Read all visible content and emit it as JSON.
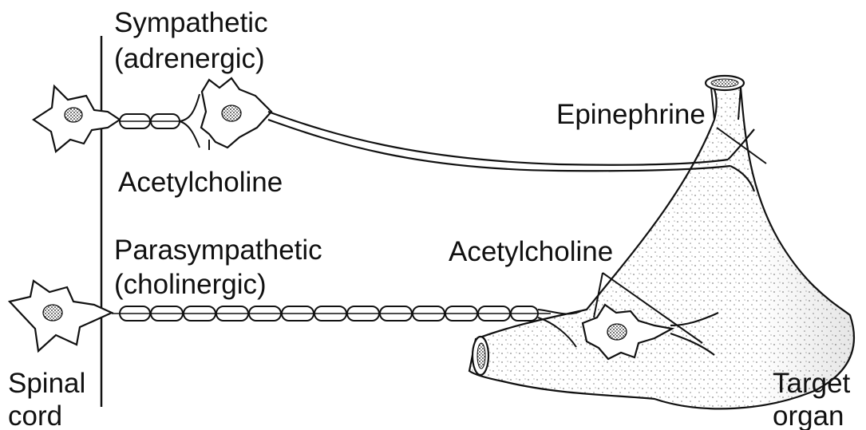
{
  "labels": {
    "sympathetic_line1": "Sympathetic",
    "sympathetic_line2": "(adrenergic)",
    "acetylcholine_sympathetic": "Acetylcholine",
    "epinephrine": "Epinephrine",
    "parasympathetic_line1": "Parasympathetic",
    "parasympathetic_line2": "(cholinergic)",
    "acetylcholine_parasympathetic": "Acetylcholine",
    "spinal_line1": "Spinal",
    "spinal_line2": "cord",
    "target_line1": "Target",
    "target_line2": "organ"
  },
  "colors": {
    "ink": "#111111",
    "background": "#ffffff"
  }
}
